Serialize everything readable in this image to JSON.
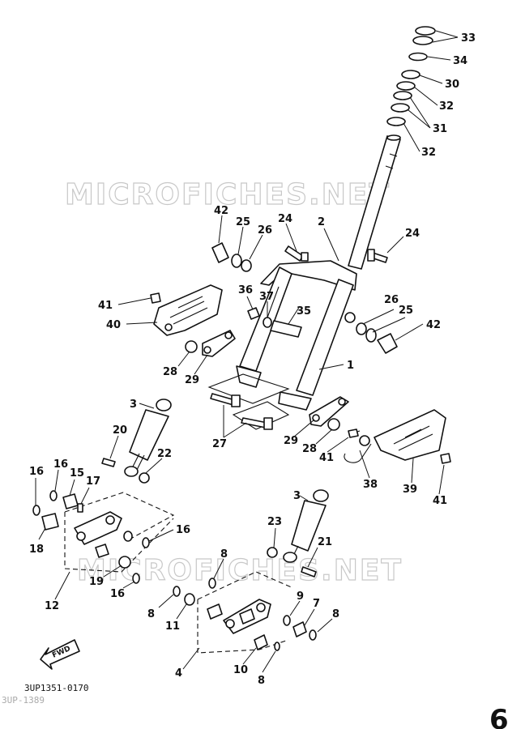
{
  "watermark": "MICROFICHES.NET",
  "diagram_code": "3UP1351-0170",
  "diagram_code_faded": "3UP-1389",
  "fwd_label": "FWD",
  "corner_mark": "6",
  "callouts": [
    {
      "id": "c33",
      "text": "33"
    },
    {
      "id": "c34",
      "text": "34"
    },
    {
      "id": "c30",
      "text": "30"
    },
    {
      "id": "c32a",
      "text": "32"
    },
    {
      "id": "c31",
      "text": "31"
    },
    {
      "id": "c32b",
      "text": "32"
    },
    {
      "id": "c42a",
      "text": "42"
    },
    {
      "id": "c25a",
      "text": "25"
    },
    {
      "id": "c24a",
      "text": "24"
    },
    {
      "id": "c2",
      "text": "2"
    },
    {
      "id": "c24b",
      "text": "24"
    },
    {
      "id": "c26a",
      "text": "26"
    },
    {
      "id": "c36",
      "text": "36"
    },
    {
      "id": "c37",
      "text": "37"
    },
    {
      "id": "c35",
      "text": "35"
    },
    {
      "id": "c41a",
      "text": "41"
    },
    {
      "id": "c40",
      "text": "40"
    },
    {
      "id": "c26b",
      "text": "26"
    },
    {
      "id": "c25b",
      "text": "25"
    },
    {
      "id": "c42b",
      "text": "42"
    },
    {
      "id": "c28a",
      "text": "28"
    },
    {
      "id": "c29a",
      "text": "29"
    },
    {
      "id": "c1",
      "text": "1"
    },
    {
      "id": "c3a",
      "text": "3"
    },
    {
      "id": "c20",
      "text": "20"
    },
    {
      "id": "c22",
      "text": "22"
    },
    {
      "id": "c27",
      "text": "27"
    },
    {
      "id": "c29b",
      "text": "29"
    },
    {
      "id": "c28b",
      "text": "28"
    },
    {
      "id": "c41b",
      "text": "41"
    },
    {
      "id": "c38",
      "text": "38"
    },
    {
      "id": "c39",
      "text": "39"
    },
    {
      "id": "c41c",
      "text": "41"
    },
    {
      "id": "c16a",
      "text": "16"
    },
    {
      "id": "c16b",
      "text": "16"
    },
    {
      "id": "c15",
      "text": "15"
    },
    {
      "id": "c17",
      "text": "17"
    },
    {
      "id": "c18",
      "text": "18"
    },
    {
      "id": "c16c",
      "text": "16"
    },
    {
      "id": "c19",
      "text": "19"
    },
    {
      "id": "c16d",
      "text": "16"
    },
    {
      "id": "c12",
      "text": "12"
    },
    {
      "id": "c3b",
      "text": "3"
    },
    {
      "id": "c23",
      "text": "23"
    },
    {
      "id": "c21",
      "text": "21"
    },
    {
      "id": "c8a",
      "text": "8"
    },
    {
      "id": "c8b",
      "text": "8"
    },
    {
      "id": "c11",
      "text": "11"
    },
    {
      "id": "c9",
      "text": "9"
    },
    {
      "id": "c7",
      "text": "7"
    },
    {
      "id": "c8c",
      "text": "8"
    },
    {
      "id": "c4",
      "text": "4"
    },
    {
      "id": "c10",
      "text": "10"
    },
    {
      "id": "c8d",
      "text": "8"
    }
  ]
}
